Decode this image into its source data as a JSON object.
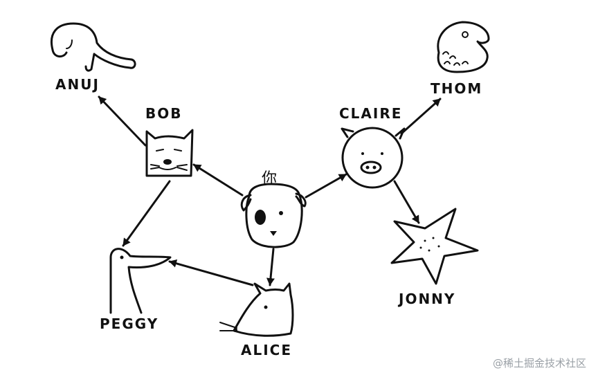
{
  "nodes": {
    "you": "你",
    "bob": "BOB",
    "claire": "CLAIRE",
    "anuj": "ANUJ",
    "thom": "THOM",
    "peggy": "PEGGY",
    "alice": "ALICE",
    "jonny": "JONNY"
  },
  "edges": [
    [
      "你",
      "BOB"
    ],
    [
      "你",
      "CLAIRE"
    ],
    [
      "你",
      "ALICE"
    ],
    [
      "BOB",
      "ANUJ"
    ],
    [
      "BOB",
      "PEGGY"
    ],
    [
      "ALICE",
      "PEGGY"
    ],
    [
      "CLAIRE",
      "THOM"
    ],
    [
      "CLAIRE",
      "JONNY"
    ]
  ],
  "watermark": "@稀土掘金技术社区",
  "colors": {
    "ink": "#111111",
    "background": "#ffffff",
    "watermark": "#9aa0a6"
  }
}
